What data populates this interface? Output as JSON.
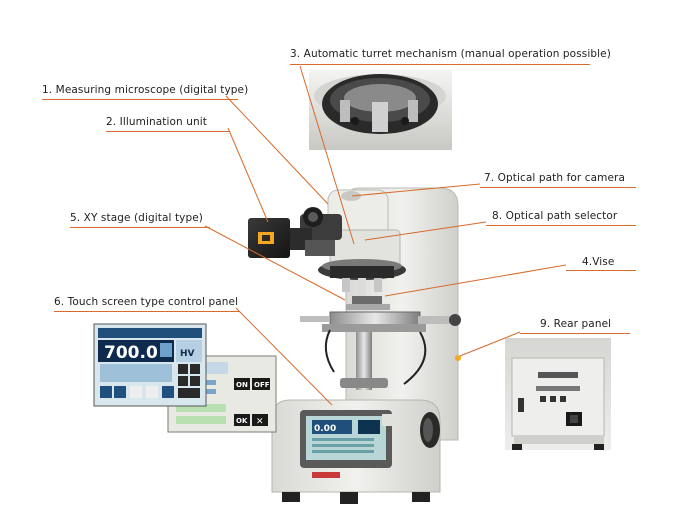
{
  "callouts": [
    {
      "id": "c3",
      "text": "3. Automatic turret mechanism (manual operation possible)"
    },
    {
      "id": "c1",
      "text": "1. Measuring microscope (digital type)"
    },
    {
      "id": "c2",
      "text": "2. Illumination unit"
    },
    {
      "id": "c7",
      "text": "7. Optical path for camera"
    },
    {
      "id": "c5",
      "text": "5. XY stage (digital type)"
    },
    {
      "id": "c8",
      "text": "8. Optical path selector"
    },
    {
      "id": "c4",
      "text": "4.Vise"
    },
    {
      "id": "c6",
      "text": "6. Touch screen type control panel"
    },
    {
      "id": "c9",
      "text": "9. Rear panel"
    }
  ],
  "panel": {
    "display_value": "700.0",
    "unit": "HV",
    "on_label": "ON",
    "off_label": "OFF",
    "ok_label": "OK",
    "machine_display": "0.00"
  },
  "colors": {
    "leader": "#d86a2a",
    "accent": "#f5a623",
    "screen_blue": "#2c5fa8",
    "body_gray": "#e6e6e2"
  }
}
